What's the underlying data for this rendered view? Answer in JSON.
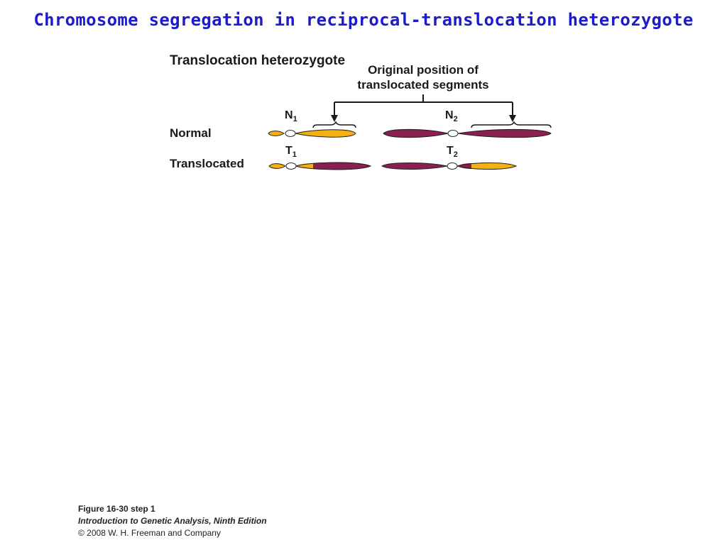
{
  "slide": {
    "title": "Chromosome segregation in reciprocal-translocation heterozygote"
  },
  "figure": {
    "heading": "Translocation heterozygote",
    "callout_line1": "Original position of",
    "callout_line2": "translocated segments",
    "rows": {
      "normal_label": "Normal",
      "translocated_label": "Translocated"
    },
    "chromosomes": {
      "n1": {
        "letter": "N",
        "sub": "1"
      },
      "n2": {
        "letter": "N",
        "sub": "2"
      },
      "t1": {
        "letter": "T",
        "sub": "1"
      },
      "t2": {
        "letter": "T",
        "sub": "2"
      }
    },
    "colors": {
      "chromosome_1": "#f5b014",
      "chromosome_2": "#8a1f52",
      "outline": "#222222",
      "centromere": "#ffffff"
    }
  },
  "caption": {
    "figure_number": "Figure 16-30 step 1",
    "book_title": "Introduction to Genetic Analysis, Ninth Edition",
    "copyright": "© 2008 W. H. Freeman and Company"
  }
}
